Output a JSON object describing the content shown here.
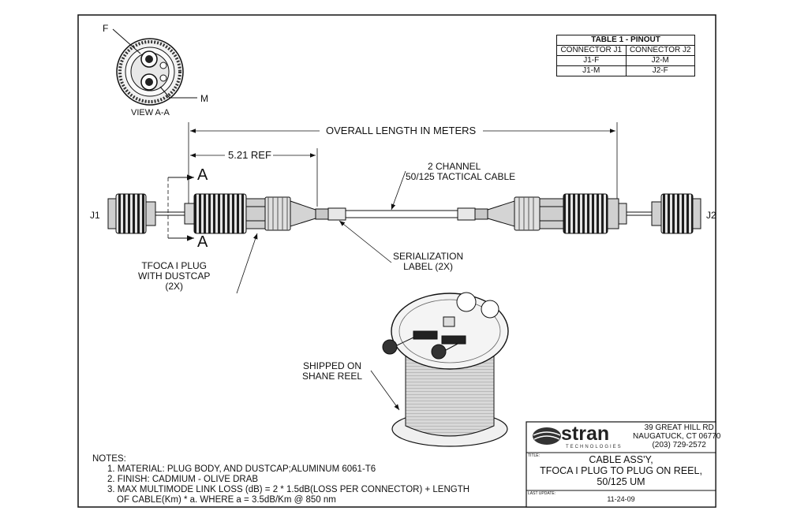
{
  "view": {
    "label": "VIEW A-A",
    "callout_f": "F",
    "callout_m": "M"
  },
  "pinout_table": {
    "title": "TABLE 1 - PINOUT",
    "headers": [
      "CONNECTOR J1",
      "CONNECTOR J2"
    ],
    "rows": [
      [
        "J1-F",
        "J2-M"
      ],
      [
        "J1-M",
        "J2-F"
      ]
    ]
  },
  "dimensions": {
    "overall": "OVERALL LENGTH IN METERS",
    "ref": "5.21 REF"
  },
  "section_marks": [
    "A",
    "A"
  ],
  "connectors": {
    "left": "J1",
    "right": "J2"
  },
  "callouts": {
    "cable": [
      "2 CHANNEL",
      "50/125 TACTICAL CABLE"
    ],
    "plug": [
      "TFOCA I  PLUG",
      "WITH DUSTCAP",
      "(2X)"
    ],
    "serialization": [
      "SERIALIZATION",
      "LABEL (2X)"
    ],
    "reel": [
      "SHIPPED ON",
      "SHANE REEL"
    ]
  },
  "notes": {
    "heading": "NOTES:",
    "items": [
      "1. MATERIAL: PLUG BODY, AND DUSTCAP;ALUMINUM 6061-T6",
      "2. FINISH: CADMIUM - OLIVE DRAB",
      "3. MAX MULTIMODE LINK LOSS (dB) = 2 * 1.5dB(LOSS PER CONNECTOR) + LENGTH",
      "OF CABLE(Km) * a.  WHERE a = 3.5dB/Km @ 850 nm"
    ]
  },
  "title_block": {
    "company": "stran",
    "company_sub": "TECHNOLOGIES",
    "address": [
      "39 GREAT HILL RD",
      "NAUGATUCK, CT 06770",
      "(203) 729-2572"
    ],
    "title_label": "TITLE:",
    "title": [
      "CABLE ASS'Y,",
      "TFOCA I PLUG TO PLUG ON REEL,",
      "50/125 UM"
    ],
    "update_label": "LAST UPDATE:",
    "date": "11-24-09"
  }
}
